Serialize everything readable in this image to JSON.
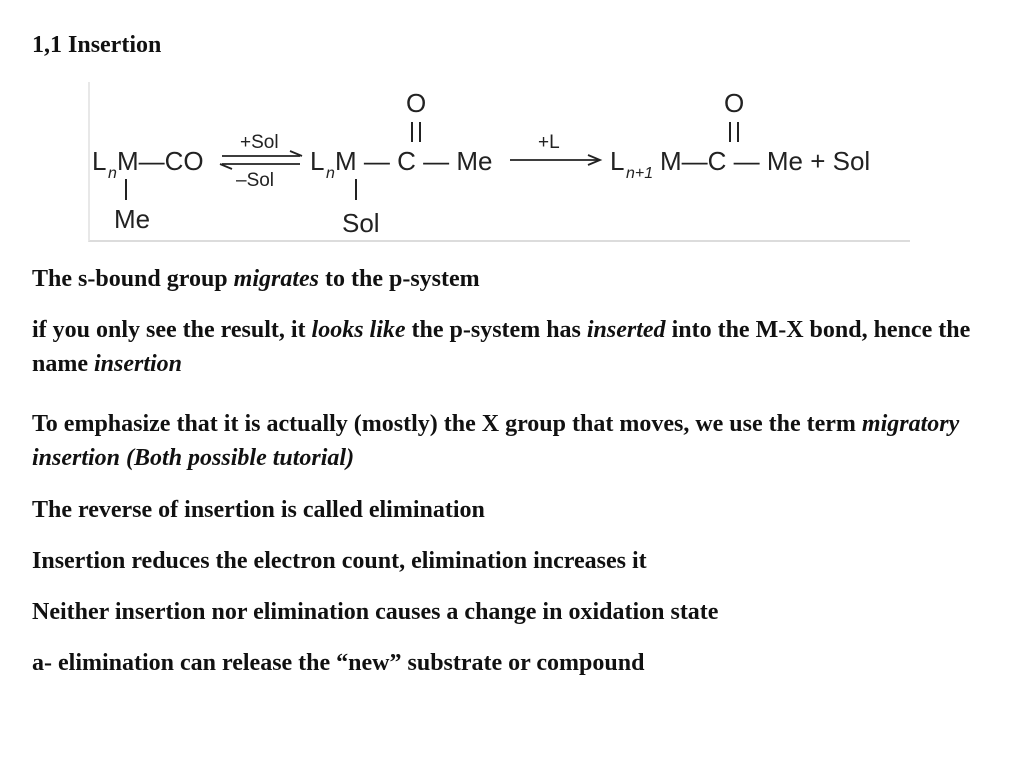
{
  "slide": {
    "title": "1,1 Insertion"
  },
  "scheme": {
    "start_L": "L",
    "start_n": "n",
    "start_M_CO": "M—CO",
    "start_Me": "Me",
    "eq_top": "+Sol",
    "eq_bottom": "–Sol",
    "mid_L": "L",
    "mid_n": "n",
    "mid_chain": "M — C — Me",
    "mid_O": "O",
    "mid_Sol": "Sol",
    "arrow_label": "+L",
    "prod_L": "L",
    "prod_sub": "n+1",
    "prod_chain": "M—C — Me + Sol",
    "prod_O": "O"
  },
  "bullets": {
    "b1_part1": "The s-bound group ",
    "b1_italic": "migrates",
    "b1_part2": " to the p-system",
    "b2_part1": "if you only see the result, it ",
    "b2_italic1": "looks like",
    "b2_part2": " the p-system has ",
    "b2_italic2": "inserted",
    "b2_part3": " into the M-X bond, hence the name ",
    "b2_italic3": "insertion",
    "b3_part1": "To emphasize that it is actually (mostly) the X group that moves, we use the term ",
    "b3_italic": "migratory insertion (Both possible tutorial)",
    "b4": "The reverse of insertion is called elimination",
    "b5": "Insertion reduces the electron count, elimination increases it",
    "b6": "Neither insertion nor elimination causes a change in oxidation state",
    "b7": "a- elimination can release the “new” substrate or compound"
  }
}
